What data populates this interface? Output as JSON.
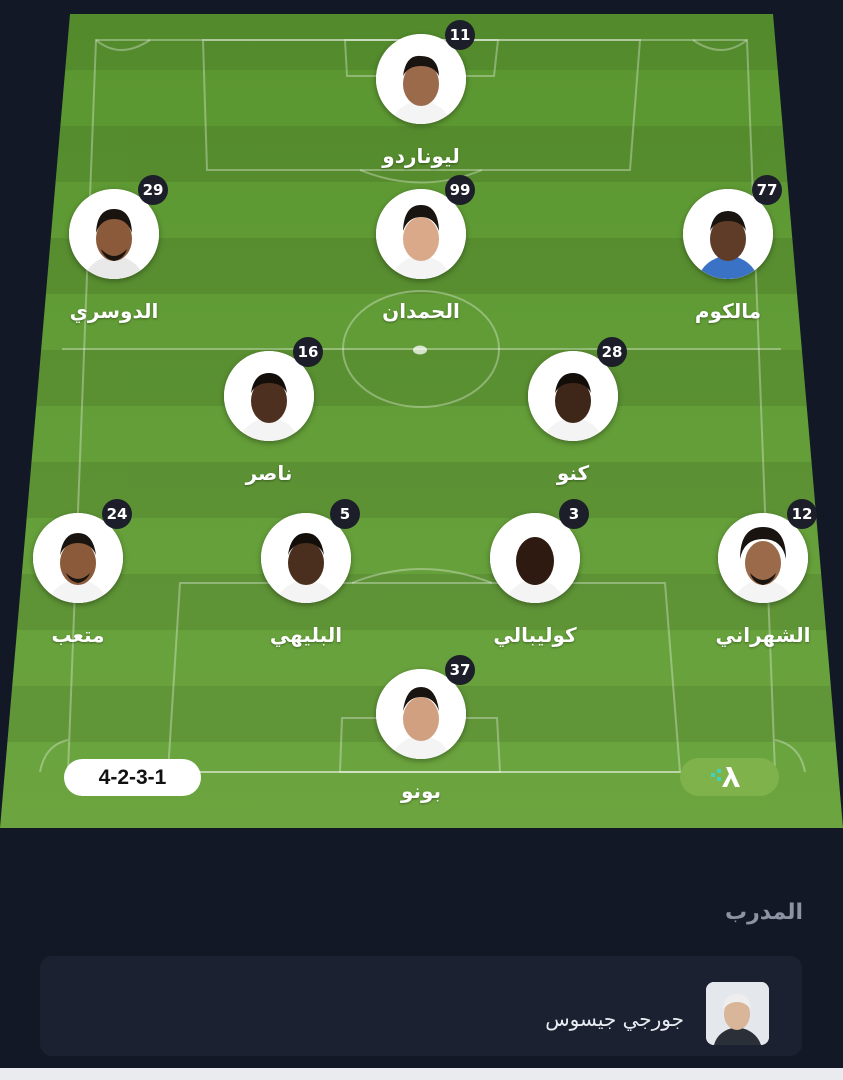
{
  "formation": "4-2-3-1",
  "players": [
    {
      "key": "leonardo",
      "name": "ليوناردو",
      "number": "11"
    },
    {
      "key": "aldawsari",
      "name": "الدوسري",
      "number": "29"
    },
    {
      "key": "alhamdan",
      "name": "الحمدان",
      "number": "99"
    },
    {
      "key": "malcom",
      "name": "مالكوم",
      "number": "77"
    },
    {
      "key": "nasser",
      "name": "ناصر",
      "number": "16"
    },
    {
      "key": "kanno",
      "name": "كنو",
      "number": "28"
    },
    {
      "key": "mutab",
      "name": "متعب",
      "number": "24"
    },
    {
      "key": "albulayhi",
      "name": "البليهي",
      "number": "5"
    },
    {
      "key": "koulibaly",
      "name": "كوليبالي",
      "number": "3"
    },
    {
      "key": "alshahrani",
      "name": "الشهراني",
      "number": "12"
    },
    {
      "key": "bono",
      "name": "بونو",
      "number": "37"
    }
  ],
  "coach": {
    "section_title": "المدرب",
    "name": "جورجي جيسوس"
  },
  "colors": {
    "pitch_light": "#6aa33c",
    "pitch_dark": "#4c7f27",
    "background": "#121826",
    "card": "#1b2130",
    "number_badge": "#1c1f2a",
    "brand_pill": "#7fb24a"
  },
  "icons": {
    "brand": "app-logo-icon",
    "coach_photo": "coach-avatar"
  }
}
